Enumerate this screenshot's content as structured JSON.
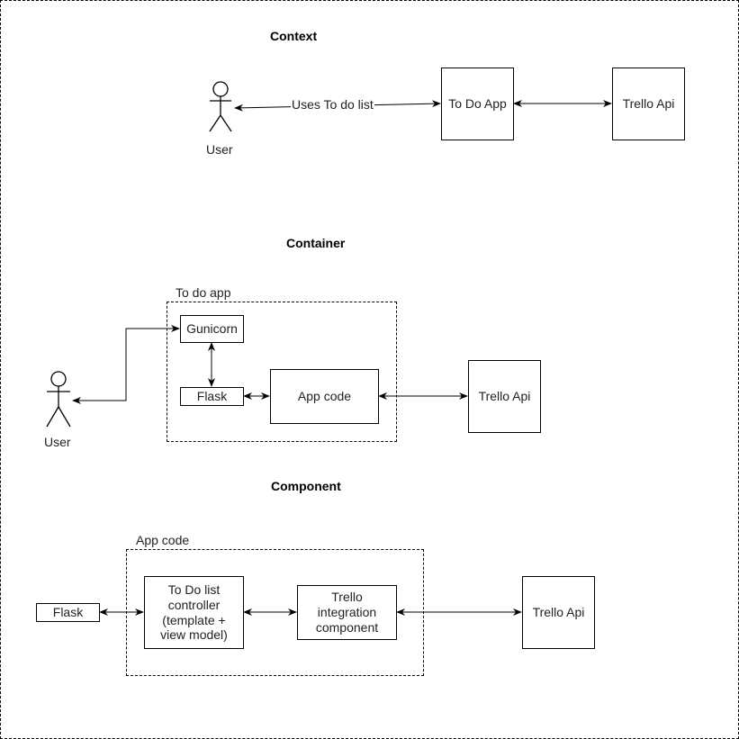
{
  "colors": {
    "stroke": "#000000",
    "text": "#222222",
    "background": "#ffffff"
  },
  "context": {
    "heading": "Context",
    "user_label": "User",
    "edge_label": "Uses To do list",
    "todo_app": "To Do App",
    "trello_api": "Trello Api"
  },
  "container": {
    "heading": "Container",
    "group_label": "To do app",
    "gunicorn": "Gunicorn",
    "flask": "Flask",
    "app_code": "App code",
    "trello_api": "Trello Api",
    "user_label": "User"
  },
  "component": {
    "heading": "Component",
    "group_label": "App code",
    "flask": "Flask",
    "controller": "To Do list controller (template + view model)",
    "trello_integration": "Trello integration component",
    "trello_api": "Trello Api"
  }
}
